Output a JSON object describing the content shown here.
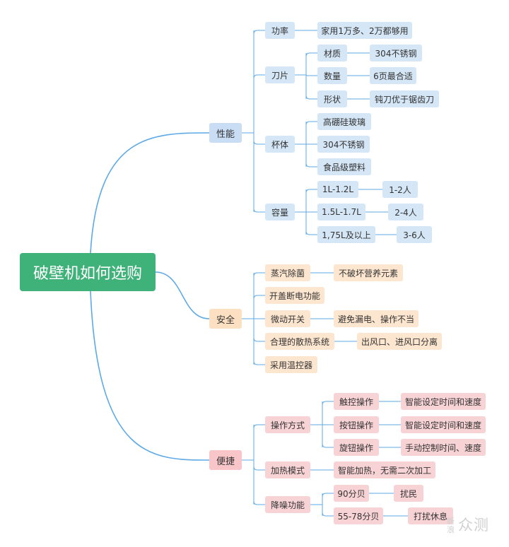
{
  "root": "破壁机如何选购",
  "branches": {
    "performance": {
      "label": "性能",
      "power": {
        "label": "功率",
        "value": "家用1万多、2万都够用"
      },
      "blade": {
        "label": "刀片",
        "material": {
          "label": "材质",
          "value": "304不锈钢"
        },
        "count": {
          "label": "数量",
          "value": "6页最合适"
        },
        "shape": {
          "label": "形状",
          "value": "钝刀优于锯齿刀"
        }
      },
      "cup": {
        "label": "杯体",
        "items": [
          "高硼硅玻璃",
          "304不锈钢",
          "食品级塑料"
        ]
      },
      "capacity": {
        "label": "容量",
        "rows": [
          {
            "size": "1L-1.2L",
            "people": "1-2人"
          },
          {
            "size": "1.5L-1.7L",
            "people": "2-4人"
          },
          {
            "size": "1,75L及以上",
            "people": "3-6人"
          }
        ]
      }
    },
    "safety": {
      "label": "安全",
      "steam": {
        "label": "蒸汽除菌",
        "value": "不破坏营养元素"
      },
      "lid": {
        "label": "开盖断电功能"
      },
      "micro": {
        "label": "微动开关",
        "value": "避免漏电、操作不当"
      },
      "cooling": {
        "label": "合理的散热系统",
        "value": "出风口、进风口分离"
      },
      "thermo": {
        "label": "采用温控器"
      }
    },
    "convenience": {
      "label": "便捷",
      "operation": {
        "label": "操作方式",
        "touch": {
          "label": "触控操作",
          "value": "智能设定时间和速度"
        },
        "button": {
          "label": "按钮操作",
          "value": "智能设定时间和速度"
        },
        "knob": {
          "label": "旋钮操作",
          "value": "手动控制时间、速度"
        }
      },
      "heating": {
        "label": "加热模式",
        "value": "智能加热，无需二次加工"
      },
      "noise": {
        "label": "降噪功能",
        "low": {
          "level": "90分贝",
          "effect": "扰民"
        },
        "high": {
          "level": "55-78分贝",
          "effect": "打扰休息"
        }
      }
    }
  },
  "watermark": {
    "small": "新浪",
    "main": "众测"
  },
  "colors": {
    "root": "#3fb27a",
    "performance": "#c9def4",
    "safety": "#fde0c2",
    "convenience": "#f8c6c9",
    "link": "#5da9e6"
  }
}
